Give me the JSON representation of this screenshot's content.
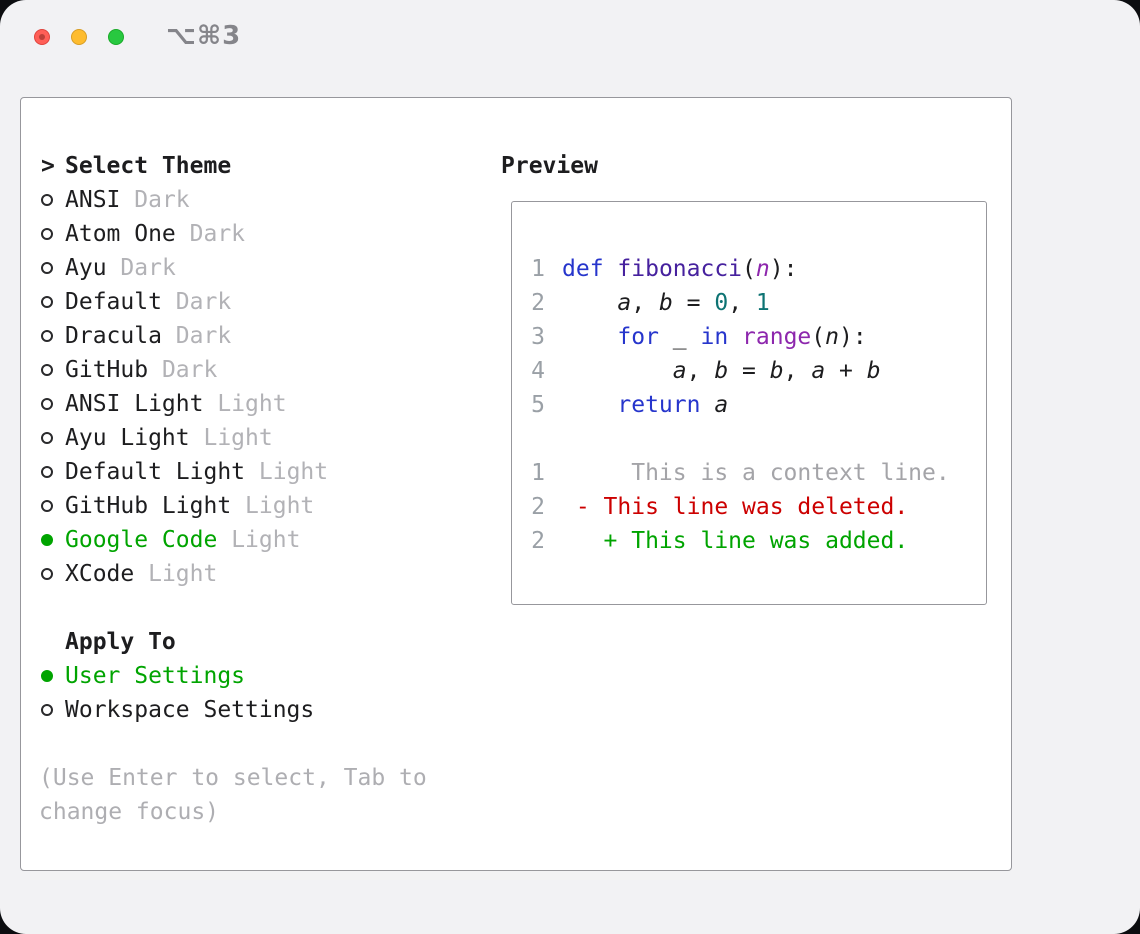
{
  "window": {
    "shortcut_label": "⌥⌘3",
    "traffic_lights": [
      "close",
      "minimize",
      "zoom"
    ]
  },
  "selector": {
    "prompt": ">",
    "title": "Select Theme",
    "themes": [
      {
        "name": "ANSI",
        "variant": "Dark",
        "selected": false
      },
      {
        "name": "Atom One",
        "variant": "Dark",
        "selected": false
      },
      {
        "name": "Ayu",
        "variant": "Dark",
        "selected": false
      },
      {
        "name": "Default",
        "variant": "Dark",
        "selected": false
      },
      {
        "name": "Dracula",
        "variant": "Dark",
        "selected": false
      },
      {
        "name": "GitHub",
        "variant": "Dark",
        "selected": false
      },
      {
        "name": "ANSI Light",
        "variant": "Light",
        "selected": false
      },
      {
        "name": "Ayu Light",
        "variant": "Light",
        "selected": false
      },
      {
        "name": "Default Light",
        "variant": "Light",
        "selected": false
      },
      {
        "name": "GitHub Light",
        "variant": "Light",
        "selected": false
      },
      {
        "name": "Google Code",
        "variant": "Light",
        "selected": true
      },
      {
        "name": "XCode",
        "variant": "Light",
        "selected": false
      }
    ],
    "apply_to": {
      "title": "Apply To",
      "options": [
        {
          "label": "User Settings",
          "selected": true
        },
        {
          "label": "Workspace Settings",
          "selected": false
        }
      ]
    },
    "help": {
      "line1": "(Use Enter to select, Tab to",
      "line2": "change focus)"
    }
  },
  "preview": {
    "title": "Preview",
    "code_lines": [
      {
        "num": "1",
        "tokens": [
          {
            "text": "def",
            "style": "kw"
          },
          {
            "text": " "
          },
          {
            "text": "fibonacci",
            "style": "decl"
          },
          {
            "text": "("
          },
          {
            "text": "n",
            "style": "param"
          },
          {
            "text": "):"
          }
        ]
      },
      {
        "num": "2",
        "tokens": [
          {
            "text": "    "
          },
          {
            "text": "a",
            "style": "var"
          },
          {
            "text": ", "
          },
          {
            "text": "b",
            "style": "var"
          },
          {
            "text": " = "
          },
          {
            "text": "0",
            "style": "lit"
          },
          {
            "text": ", "
          },
          {
            "text": "1",
            "style": "lit"
          }
        ]
      },
      {
        "num": "3",
        "tokens": [
          {
            "text": "    "
          },
          {
            "text": "for",
            "style": "kw"
          },
          {
            "text": " _ "
          },
          {
            "text": "in",
            "style": "kw"
          },
          {
            "text": " "
          },
          {
            "text": "range",
            "style": "typ"
          },
          {
            "text": "("
          },
          {
            "text": "n",
            "style": "var"
          },
          {
            "text": "):"
          }
        ]
      },
      {
        "num": "4",
        "tokens": [
          {
            "text": "        "
          },
          {
            "text": "a",
            "style": "var"
          },
          {
            "text": ", "
          },
          {
            "text": "b",
            "style": "var"
          },
          {
            "text": " = "
          },
          {
            "text": "b",
            "style": "var"
          },
          {
            "text": ", "
          },
          {
            "text": "a",
            "style": "var"
          },
          {
            "text": " + "
          },
          {
            "text": "b",
            "style": "var"
          }
        ]
      },
      {
        "num": "5",
        "tokens": [
          {
            "text": "    "
          },
          {
            "text": "return",
            "style": "kw"
          },
          {
            "text": " "
          },
          {
            "text": "a",
            "style": "var"
          }
        ]
      }
    ],
    "diff_lines": [
      {
        "num": "1",
        "kind": "context",
        "text": "     This is a context line."
      },
      {
        "num": "2",
        "kind": "deleted",
        "text": " - This line was deleted."
      },
      {
        "num": "2",
        "kind": "added",
        "text": "   + This line was added."
      }
    ]
  },
  "colors": {
    "selected_green": "#00a400",
    "deleted_red": "#cc0000",
    "keyword_blue": "#2635cc",
    "declaration_navy": "#46219e",
    "type_purple": "#8d27ad",
    "literal_teal": "#0d7373",
    "line_number_gray": "#9aa0a6"
  }
}
